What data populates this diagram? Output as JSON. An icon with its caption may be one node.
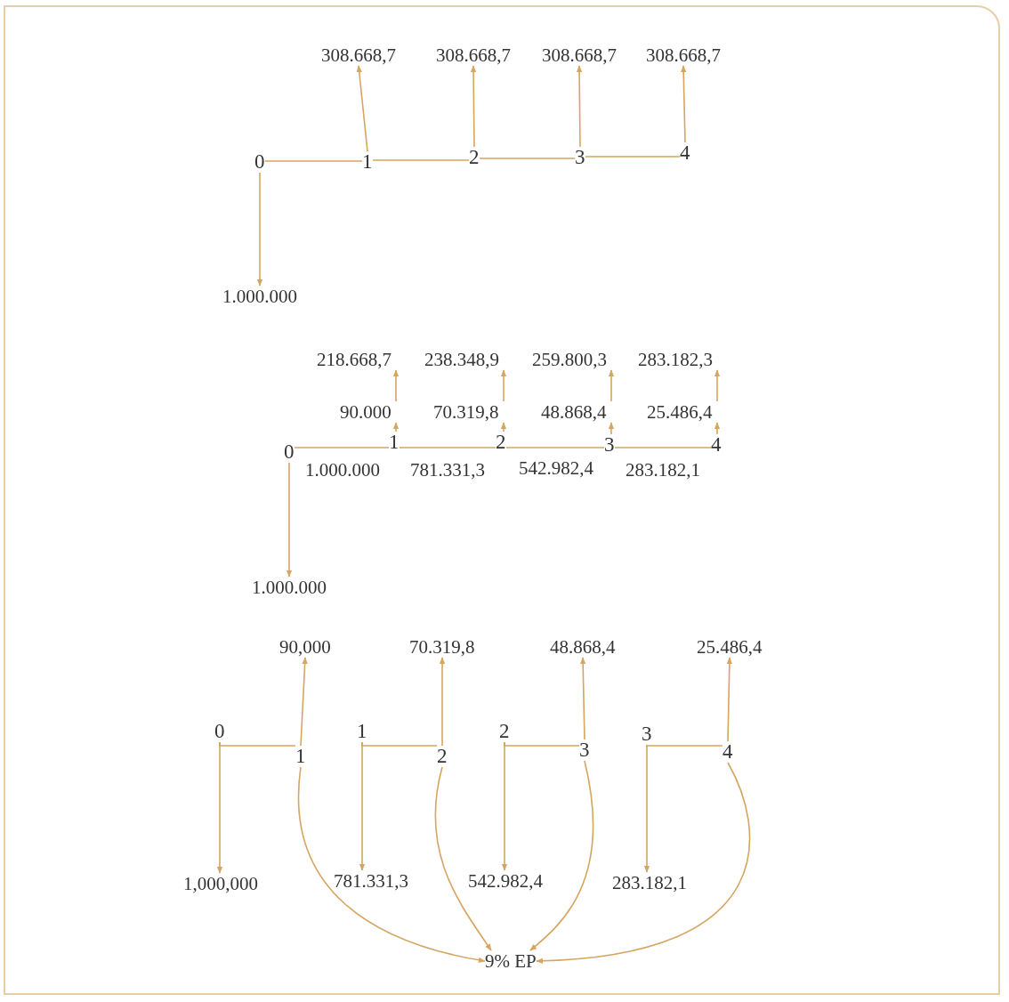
{
  "diagram": {
    "nodes": [
      {
        "text": [
          "0"
        ]
      },
      {
        "text": [
          "1"
        ]
      },
      {
        "text": [
          "2"
        ]
      },
      {
        "text": [
          "3"
        ]
      },
      {
        "text": [
          "4"
        ]
      },
      {
        "text": [
          "308.668,7"
        ]
      },
      {
        "text": [
          "308.668,7"
        ]
      },
      {
        "text": [
          "308.668,7"
        ]
      },
      {
        "text": [
          "308.668,7"
        ]
      },
      {
        "text": [
          "1.000.000"
        ]
      },
      {
        "text": [
          "0"
        ]
      },
      {
        "text": [
          "1"
        ]
      },
      {
        "text": [
          "2"
        ]
      },
      {
        "text": [
          "3"
        ]
      },
      {
        "text": [
          "4"
        ]
      },
      {
        "text": [
          "218.668,7"
        ]
      },
      {
        "text": [
          "238.348,9"
        ]
      },
      {
        "text": [
          "259.800,3"
        ]
      },
      {
        "text": [
          "283.182,3"
        ]
      },
      {
        "text": [
          "90.000"
        ]
      },
      {
        "text": [
          "70.319,8"
        ]
      },
      {
        "text": [
          "48.868,4"
        ]
      },
      {
        "text": [
          "25.486,4"
        ]
      },
      {
        "text": [
          "1.000.000"
        ]
      },
      {
        "text": [
          "90,000"
        ]
      },
      {
        "text": [
          "70.319,8"
        ]
      },
      {
        "text": [
          "48.868,4"
        ]
      },
      {
        "text": [
          "25.486,4"
        ]
      },
      {
        "text": [
          "0"
        ]
      },
      {
        "text": [
          "1"
        ]
      },
      {
        "text": [
          "1"
        ]
      },
      {
        "text": [
          "2"
        ]
      },
      {
        "text": [
          "2"
        ]
      },
      {
        "text": [
          "3"
        ]
      },
      {
        "text": [
          "3"
        ]
      },
      {
        "text": [
          "4"
        ]
      },
      {
        "text": [
          "1,000,000"
        ]
      },
      {
        "text": [
          "781.331,3"
        ]
      },
      {
        "text": [
          "542.982,4"
        ]
      },
      {
        "text": [
          "283.182,1"
        ]
      },
      {
        "text": [
          "9% EP"
        ]
      }
    ],
    "edges": [
      {
        "from": 0,
        "to": 1,
        "arrow": "none"
      },
      {
        "from": 1,
        "to": 2,
        "arrow": "none"
      },
      {
        "from": 2,
        "to": 3,
        "arrow": "none"
      },
      {
        "from": 3,
        "to": 4,
        "arrow": "none"
      },
      {
        "from": 1,
        "to": 5,
        "arrow": "to"
      },
      {
        "from": 2,
        "to": 6,
        "arrow": "to"
      },
      {
        "from": 3,
        "to": 7,
        "arrow": "to"
      },
      {
        "from": 4,
        "to": 8,
        "arrow": "to"
      },
      {
        "from": 0,
        "to": 9,
        "arrow": "to"
      },
      {
        "from": 10,
        "to": 11,
        "arrow": "none"
      },
      {
        "from": 11,
        "to": 12,
        "arrow": "none"
      },
      {
        "from": 12,
        "to": 13,
        "arrow": "none"
      },
      {
        "from": 13,
        "to": 14,
        "arrow": "none"
      },
      {
        "from": 11,
        "to": 19,
        "arrow": "to"
      },
      {
        "from": 19,
        "to": 15,
        "arrow": "to"
      },
      {
        "from": 12,
        "to": 20,
        "arrow": "to"
      },
      {
        "from": 20,
        "to": 16,
        "arrow": "to"
      },
      {
        "from": 13,
        "to": 21,
        "arrow": "to"
      },
      {
        "from": 21,
        "to": 17,
        "arrow": "to"
      },
      {
        "from": 14,
        "to": 22,
        "arrow": "to"
      },
      {
        "from": 22,
        "to": 18,
        "arrow": "to"
      },
      {
        "from": 10,
        "to": 23,
        "arrow": "to"
      },
      {
        "from": 28,
        "to": 29,
        "arrow": "none"
      },
      {
        "from": 29,
        "to": 24,
        "arrow": "to"
      },
      {
        "from": 28,
        "to": 36,
        "arrow": "to"
      },
      {
        "from": 30,
        "to": 31,
        "arrow": "none"
      },
      {
        "from": 31,
        "to": 25,
        "arrow": "to"
      },
      {
        "from": 30,
        "to": 37,
        "arrow": "to"
      },
      {
        "from": 32,
        "to": 33,
        "arrow": "none"
      },
      {
        "from": 33,
        "to": 26,
        "arrow": "to"
      },
      {
        "from": 32,
        "to": 38,
        "arrow": "to"
      },
      {
        "from": 34,
        "to": 35,
        "arrow": "none"
      },
      {
        "from": 35,
        "to": 27,
        "arrow": "to"
      },
      {
        "from": 34,
        "to": 39,
        "arrow": "to"
      },
      {
        "from": 29,
        "to": 40,
        "arrow": "to"
      },
      {
        "from": 31,
        "to": 40,
        "arrow": "to"
      },
      {
        "from": 33,
        "to": 40,
        "arrow": "to"
      },
      {
        "from": 35,
        "to": 40,
        "arrow": "to"
      }
    ],
    "labels": [
      "1.000.000",
      "781.331,3",
      "542.982,4",
      "283.182,1"
    ]
  }
}
